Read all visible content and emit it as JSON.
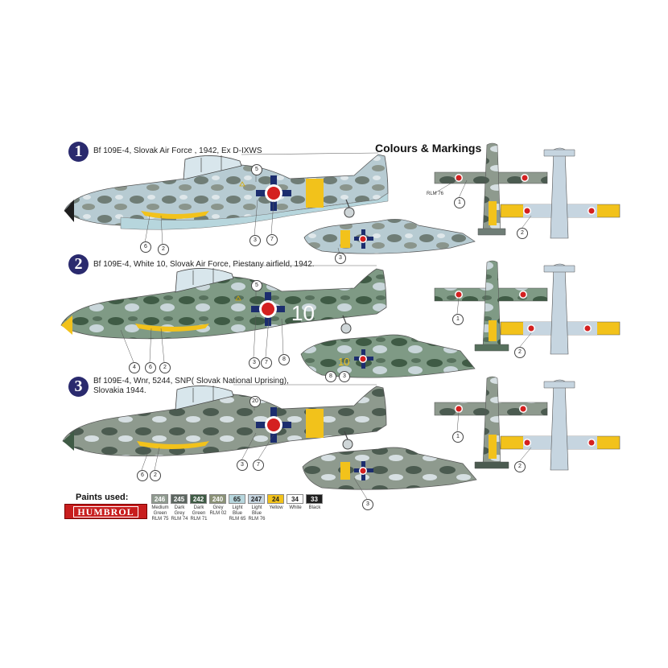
{
  "heading": "Colours & Markings",
  "schemes": [
    {
      "number": "1",
      "title": "Bf 109E-4, Slovak Air Force , 1942, Ex D-IXWS"
    },
    {
      "number": "2",
      "title": "Bf 109E-4, White 10, Slovak Air Force, Piestany airfield, 1942."
    },
    {
      "number": "3",
      "title_line1": "Bf 109E-4, Wnr, 5244, SNP( Slovak National Uprising),",
      "title_line2": "Slovakia 1944."
    }
  ],
  "aircraft_codes": {
    "white_10": "10",
    "yellow_10": "10"
  },
  "notes": {
    "rlm76": "RLM 76"
  },
  "callouts": {
    "s1": [
      "5",
      "6",
      "2",
      "3",
      "7",
      "3",
      "1",
      "2"
    ],
    "s2": [
      "5",
      "4",
      "6",
      "2",
      "3",
      "7",
      "8",
      "8",
      "3",
      "1",
      "2"
    ],
    "s3": [
      "20",
      "6",
      "2",
      "3",
      "7",
      "3",
      "1",
      "2"
    ]
  },
  "paints": {
    "label": "Paints used:",
    "brand": "HUMBROL",
    "items": [
      {
        "code": "246",
        "color": "#8f9a8f",
        "l1": "Medium",
        "l2": "Green",
        "l3": "RLM 75"
      },
      {
        "code": "245",
        "color": "#5c6660",
        "l1": "Dark",
        "l2": "Grey",
        "l3": "RLM 74"
      },
      {
        "code": "242",
        "color": "#3f5b45",
        "l1": "Dark",
        "l2": "Green",
        "l3": "RLM 71"
      },
      {
        "code": "240",
        "color": "#8b9277",
        "l1": "Grey",
        "l2": "RLM 02",
        "l3": ""
      },
      {
        "code": "65",
        "color": "#b7d6dd",
        "l1": "Light",
        "l2": "Blue",
        "l3": "RLM 65"
      },
      {
        "code": "247",
        "color": "#c6d5e0",
        "l1": "Light",
        "l2": "Blue",
        "l3": "RLM 76"
      },
      {
        "code": "24",
        "color": "#f2c21b",
        "l1": "Yellow",
        "l2": "",
        "l3": ""
      },
      {
        "code": "34",
        "color": "#ffffff",
        "l1": "White",
        "l2": "",
        "l3": ""
      },
      {
        "code": "33",
        "color": "#1e1e1e",
        "l1": "Black",
        "l2": "",
        "l3": ""
      }
    ]
  }
}
